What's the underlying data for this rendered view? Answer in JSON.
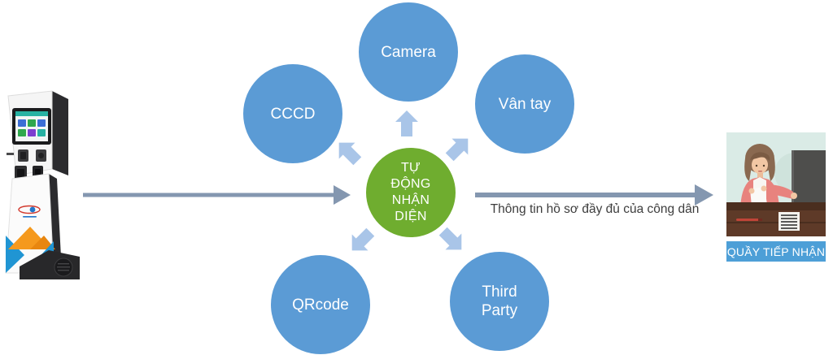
{
  "diagram": {
    "center_node": {
      "label": "TỰ ĐỘNG NHẬN DIỆN",
      "lines": [
        "TỰ",
        "ĐỘNG",
        "NHẬN",
        "DIỆN"
      ],
      "color": "#6FAD2F"
    },
    "nodes": [
      {
        "id": "cccd",
        "label": "CCCD"
      },
      {
        "id": "camera",
        "label": "Camera"
      },
      {
        "id": "van-tay",
        "label": "Vân tay"
      },
      {
        "id": "qrcode",
        "label": "QRcode"
      },
      {
        "id": "third-party",
        "label": "Third Party"
      }
    ],
    "node_color": "#5B9BD5",
    "radial_arrow_color": "#A9C5E8",
    "flow_arrow_color": "#8497B0",
    "flow_caption": "Thông tin hồ sơ đầy đủ của công dân",
    "reception": {
      "label": "QUẦY TIẾP NHẬN",
      "label_bg": "#4D9FD7"
    },
    "icons": {
      "kiosk": "kiosk-machine-illustration",
      "reception": "receptionist-desk-illustration"
    }
  }
}
